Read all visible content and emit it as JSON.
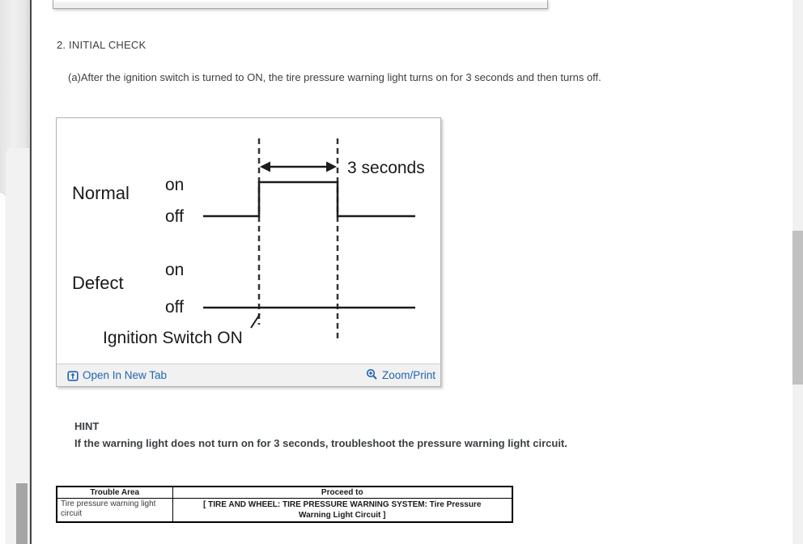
{
  "page": {
    "heading": "2. INITIAL CHECK",
    "step_text": "(a)After the ignition switch is turned to ON, the tire pressure warning light turns on for 3 seconds and then turns off.",
    "hint_label": "HINT",
    "hint_text": "If the warning light does not turn on for 3 seconds, troubleshoot the pressure warning light circuit."
  },
  "figure": {
    "labels": {
      "normal": "Normal",
      "defect": "Defect",
      "on": "on",
      "off": "off",
      "duration": "3 seconds",
      "ignition": "Ignition Switch ON"
    },
    "diagram": {
      "type": "timing",
      "series": [
        {
          "name": "Normal",
          "behavior": "off, then on for 3 seconds at ignition switch ON, then off"
        },
        {
          "name": "Defect",
          "behavior": "stays off"
        }
      ],
      "annotation": "3 seconds between dashed markers starting at Ignition Switch ON"
    },
    "footer": {
      "open_in_new_tab": "Open In New Tab",
      "zoom_print": "Zoom/Print"
    }
  },
  "table": {
    "headers": [
      "Trouble Area",
      "Proceed to"
    ],
    "rows": [
      {
        "trouble_area": "Tire pressure warning light circuit",
        "proceed_to": "[ TIRE AND WHEEL: TIRE PRESSURE WARNING SYSTEM: Tire Pressure Warning Light Circuit ]"
      }
    ]
  },
  "colors": {
    "link_blue": "#2065b1",
    "diagram_stroke": "#1c1c1c",
    "footer_bar": "#f1f1f1"
  }
}
